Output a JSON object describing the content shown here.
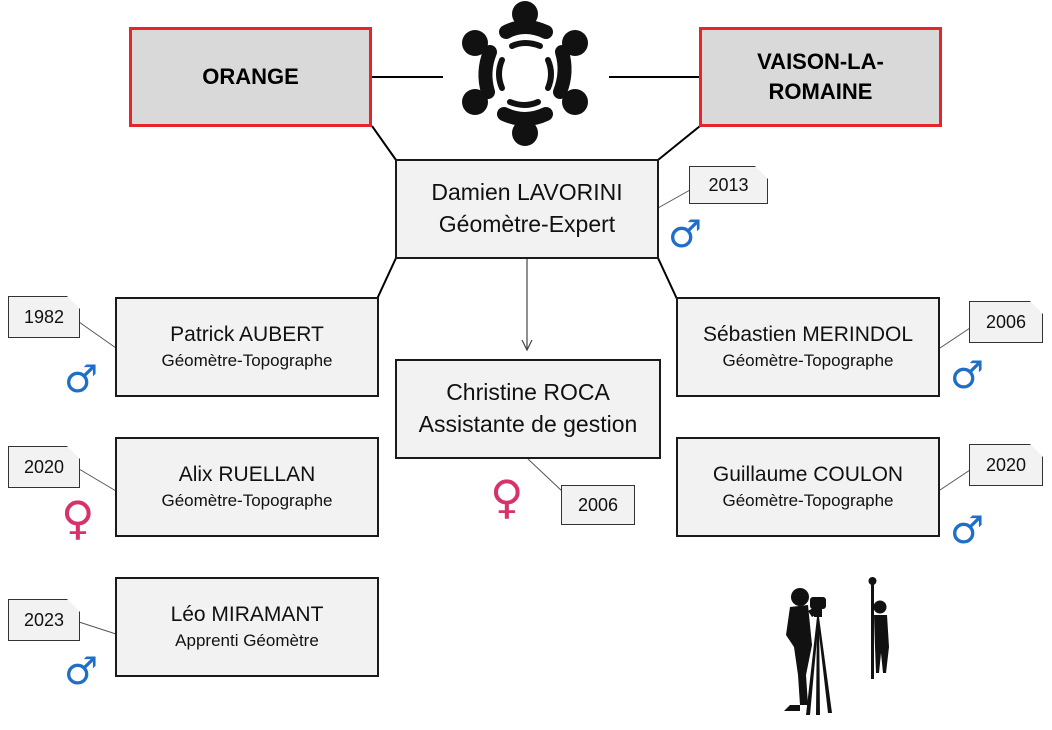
{
  "offices": {
    "left": "ORANGE",
    "right_line1": "VAISON-LA-",
    "right_line2": "ROMAINE"
  },
  "icons": {
    "team": "team-circle-icon",
    "surveyors": "surveyors-silhouette-icon",
    "male": "male-symbol-icon",
    "female": "female-symbol-icon"
  },
  "symbols": {
    "male": "♂",
    "female": "♀"
  },
  "colors": {
    "office_border": "#e8232a",
    "office_fill": "#d9d9d9",
    "box_fill": "#f2f2f2",
    "male": "#1f6fc8",
    "female": "#d6336c"
  },
  "people": {
    "lavorini": {
      "name": "Damien LAVORINI",
      "role": "Géomètre-Expert",
      "year": "2013",
      "gender": "male"
    },
    "aubert": {
      "name": "Patrick AUBERT",
      "role": "Géomètre-Topographe",
      "year": "1982",
      "gender": "male"
    },
    "ruellan": {
      "name": "Alix RUELLAN",
      "role": "Géomètre-Topographe",
      "year": "2020",
      "gender": "female"
    },
    "miramant": {
      "name": "Léo MIRAMANT",
      "role": "Apprenti Géomètre",
      "year": "2023",
      "gender": "male"
    },
    "roca": {
      "name": "Christine ROCA",
      "role": "Assistante de gestion",
      "year": "2006",
      "gender": "female"
    },
    "merindol": {
      "name": "Sébastien MERINDOL",
      "role": "Géomètre-Topographe",
      "year": "2006",
      "gender": "male"
    },
    "coulon": {
      "name": "Guillaume COULON",
      "role": "Géomètre-Topographe",
      "year": "2020",
      "gender": "male"
    }
  }
}
